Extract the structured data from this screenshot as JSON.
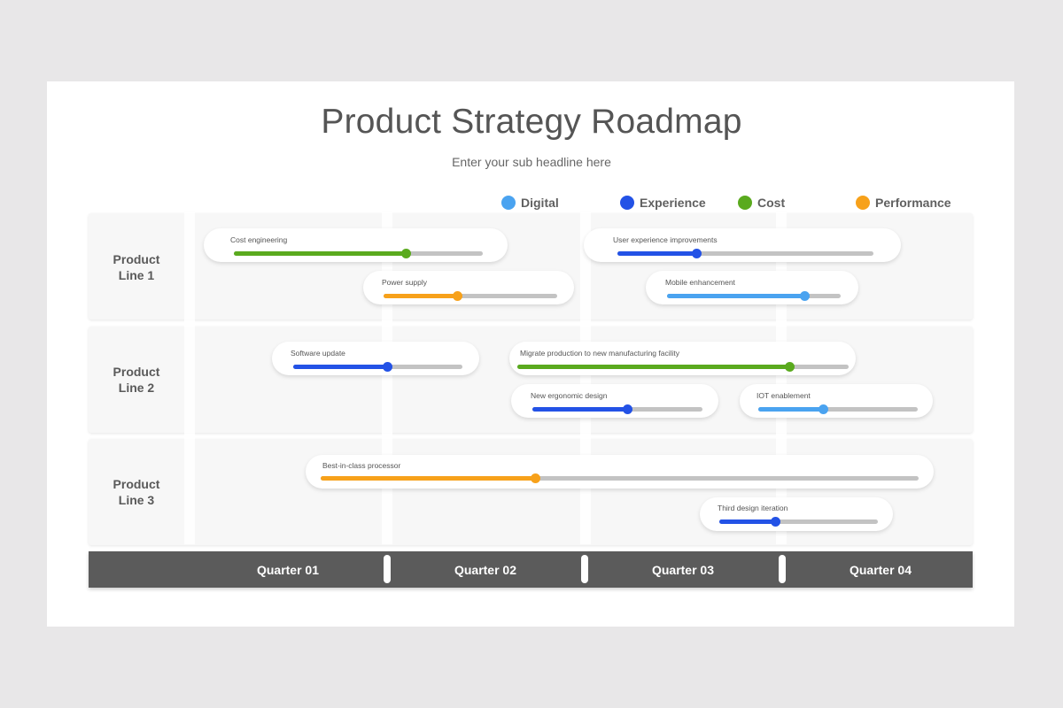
{
  "header": {
    "title": "Product Strategy Roadmap",
    "subtitle": "Enter your sub headline here"
  },
  "legend": [
    {
      "label": "Digital",
      "color": "#4aa3f0",
      "icon": "circle-icon"
    },
    {
      "label": "Experience",
      "color": "#2352e6",
      "icon": "circle-icon"
    },
    {
      "label": "Cost",
      "color": "#5aaa1e",
      "icon": "circle-icon"
    },
    {
      "label": "Performance",
      "color": "#f7a11a",
      "icon": "circle-icon"
    }
  ],
  "lanes": [
    {
      "label_line1": "Product",
      "label_line2": "Line 1"
    },
    {
      "label_line1": "Product",
      "label_line2": "Line 2"
    },
    {
      "label_line1": "Product",
      "label_line2": "Line 3"
    }
  ],
  "quarters": [
    "Quarter 01",
    "Quarter 02",
    "Quarter 03",
    "Quarter 04"
  ],
  "tasks": [
    {
      "lane": 1,
      "name": "Cost engineering",
      "category": "Cost",
      "color": "#5aaa1e",
      "progress_pct": 69
    },
    {
      "lane": 1,
      "name": "Power supply",
      "category": "Performance",
      "color": "#f7a11a",
      "progress_pct": 42
    },
    {
      "lane": 1,
      "name": "User experience improvements",
      "category": "Experience",
      "color": "#2352e6",
      "progress_pct": 31
    },
    {
      "lane": 1,
      "name": "Mobile enhancement",
      "category": "Digital",
      "color": "#4aa3f0",
      "progress_pct": 79
    },
    {
      "lane": 2,
      "name": "Software update",
      "category": "Experience",
      "color": "#2352e6",
      "progress_pct": 55
    },
    {
      "lane": 2,
      "name": "Migrate production to new manufacturing facility",
      "category": "Cost",
      "color": "#5aaa1e",
      "progress_pct": 82
    },
    {
      "lane": 2,
      "name": "New ergonomic design",
      "category": "Experience",
      "color": "#2352e6",
      "progress_pct": 56
    },
    {
      "lane": 2,
      "name": "IOT enablement",
      "category": "Digital",
      "color": "#4aa3f0",
      "progress_pct": 41
    },
    {
      "lane": 3,
      "name": "Best-in-class processor",
      "category": "Performance",
      "color": "#f7a11a",
      "progress_pct": 36
    },
    {
      "lane": 3,
      "name": "Third design iteration",
      "category": "Experience",
      "color": "#2352e6",
      "progress_pct": 35
    }
  ],
  "colors": {
    "track": "#c3c3c3",
    "quarter_bar": "#5b5b5b",
    "background": "#e8e7e8",
    "lane": "#f7f7f7"
  }
}
